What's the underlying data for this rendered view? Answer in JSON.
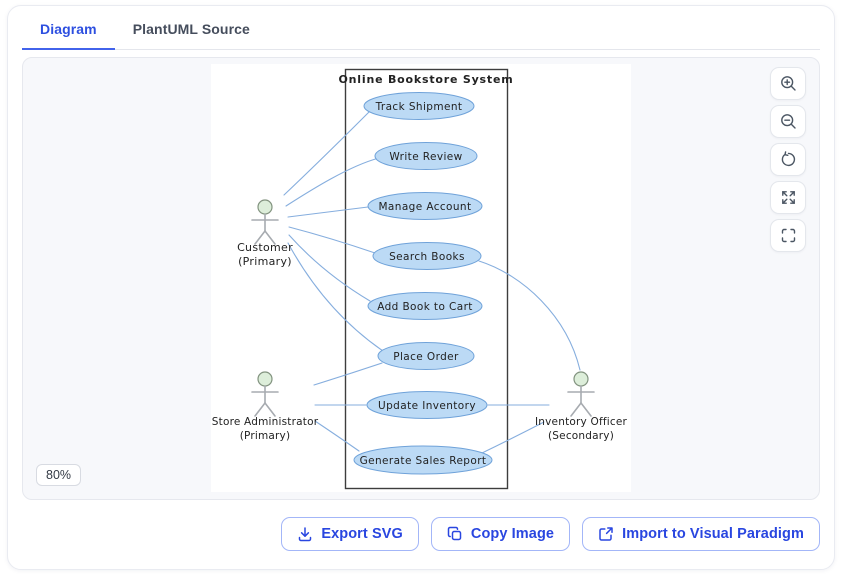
{
  "tabs": {
    "diagram": "Diagram",
    "source": "PlantUML Source"
  },
  "viewer": {
    "zoom_badge": "80%",
    "controls": [
      "zoom-in-icon",
      "zoom-out-icon",
      "reset-view-icon",
      "expand-icon",
      "fullscreen-icon"
    ]
  },
  "actions": {
    "export_svg": "Export SVG",
    "copy_image": "Copy Image",
    "import_vp": "Import to Visual Paradigm",
    "icons": [
      "download-icon",
      "copy-icon",
      "external-link-icon"
    ]
  },
  "colors": {
    "accent_blue": "#2d4fe0",
    "tab_underline": "#4263eb",
    "usecase_fill": "#bcdaf5",
    "usecase_stroke": "#6fa2d9",
    "association_line": "#86aede",
    "actor_head_fill": "#ddeeda",
    "panel_bg": "#f7f8fb"
  },
  "diagram": {
    "system_title": "Online Bookstore System",
    "actors": [
      {
        "name": "Customer",
        "stereotype": "(Primary)"
      },
      {
        "name": "Store Administrator",
        "stereotype": "(Primary)"
      },
      {
        "name": "Inventory Officer",
        "stereotype": "(Secondary)"
      }
    ],
    "use_cases": [
      "Track Shipment",
      "Write Review",
      "Manage Account",
      "Search Books",
      "Add Book to Cart",
      "Place Order",
      "Update Inventory",
      "Generate Sales Report"
    ],
    "associations": [
      [
        "Customer",
        "Track Shipment"
      ],
      [
        "Customer",
        "Write Review"
      ],
      [
        "Customer",
        "Manage Account"
      ],
      [
        "Customer",
        "Search Books"
      ],
      [
        "Customer",
        "Add Book to Cart"
      ],
      [
        "Customer",
        "Place Order"
      ],
      [
        "Store Administrator",
        "Place Order"
      ],
      [
        "Store Administrator",
        "Update Inventory"
      ],
      [
        "Store Administrator",
        "Generate Sales Report"
      ],
      [
        "Inventory Officer",
        "Search Books"
      ],
      [
        "Inventory Officer",
        "Update Inventory"
      ],
      [
        "Inventory Officer",
        "Generate Sales Report"
      ]
    ]
  }
}
